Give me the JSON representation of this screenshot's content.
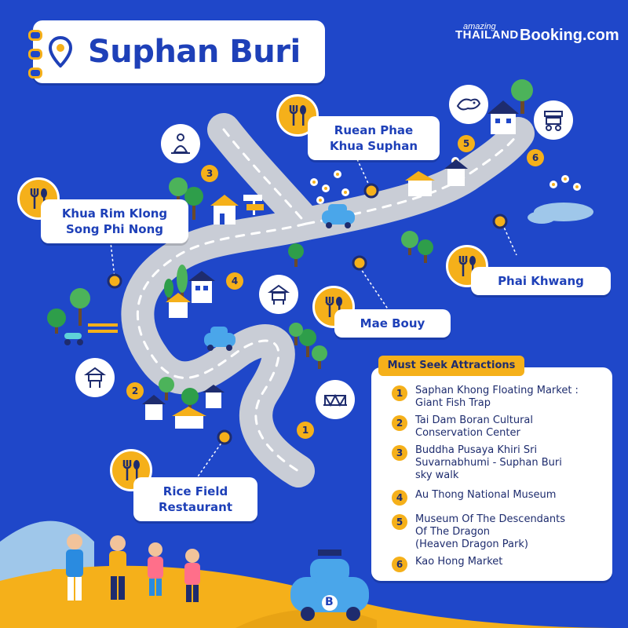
{
  "title": "Suphan Buri",
  "branding": {
    "amazing": "amazing",
    "thailand": "THAILAND",
    "booking": "Booking.com"
  },
  "colors": {
    "background": "#1f47c9",
    "accent": "#f5b01a",
    "text": "#1e40b8",
    "road": "#c9cdd6"
  },
  "restaurants": [
    {
      "name": "Ruean Phae\nKhua Suphan",
      "icon": "fork-spoon-icon"
    },
    {
      "name": "Khua Rim Klong\nSong Phi Nong",
      "icon": "fork-spoon-icon"
    },
    {
      "name": "Phai Khwang",
      "icon": "fork-spoon-icon"
    },
    {
      "name": "Mae Bouy",
      "icon": "fork-spoon-icon"
    },
    {
      "name": "Rice Field\nRestaurant",
      "icon": "fork-spoon-icon"
    }
  ],
  "attractions": {
    "header": "Must Seek Attractions",
    "items": [
      {
        "num": "1",
        "name": "Saphan Khong Floating Market :\nGiant Fish Trap",
        "icon": "bridge-icon"
      },
      {
        "num": "2",
        "name": "Tai Dam Boran Cultural\nConservation Center",
        "icon": "stilt-house-icon"
      },
      {
        "num": "3",
        "name": "Buddha Pusaya Khiri Sri\nSuvarnabhumi - Suphan Buri\nsky walk",
        "icon": "buddha-icon"
      },
      {
        "num": "4",
        "name": "Au Thong National Museum",
        "icon": "museum-icon"
      },
      {
        "num": "5",
        "name": "Museum Of The Descendants\nOf The Dragon\n(Heaven Dragon Park)",
        "icon": "dragon-icon"
      },
      {
        "num": "6",
        "name": "Kao Hong Market",
        "icon": "market-cart-icon"
      }
    ]
  },
  "car_badge": "B"
}
